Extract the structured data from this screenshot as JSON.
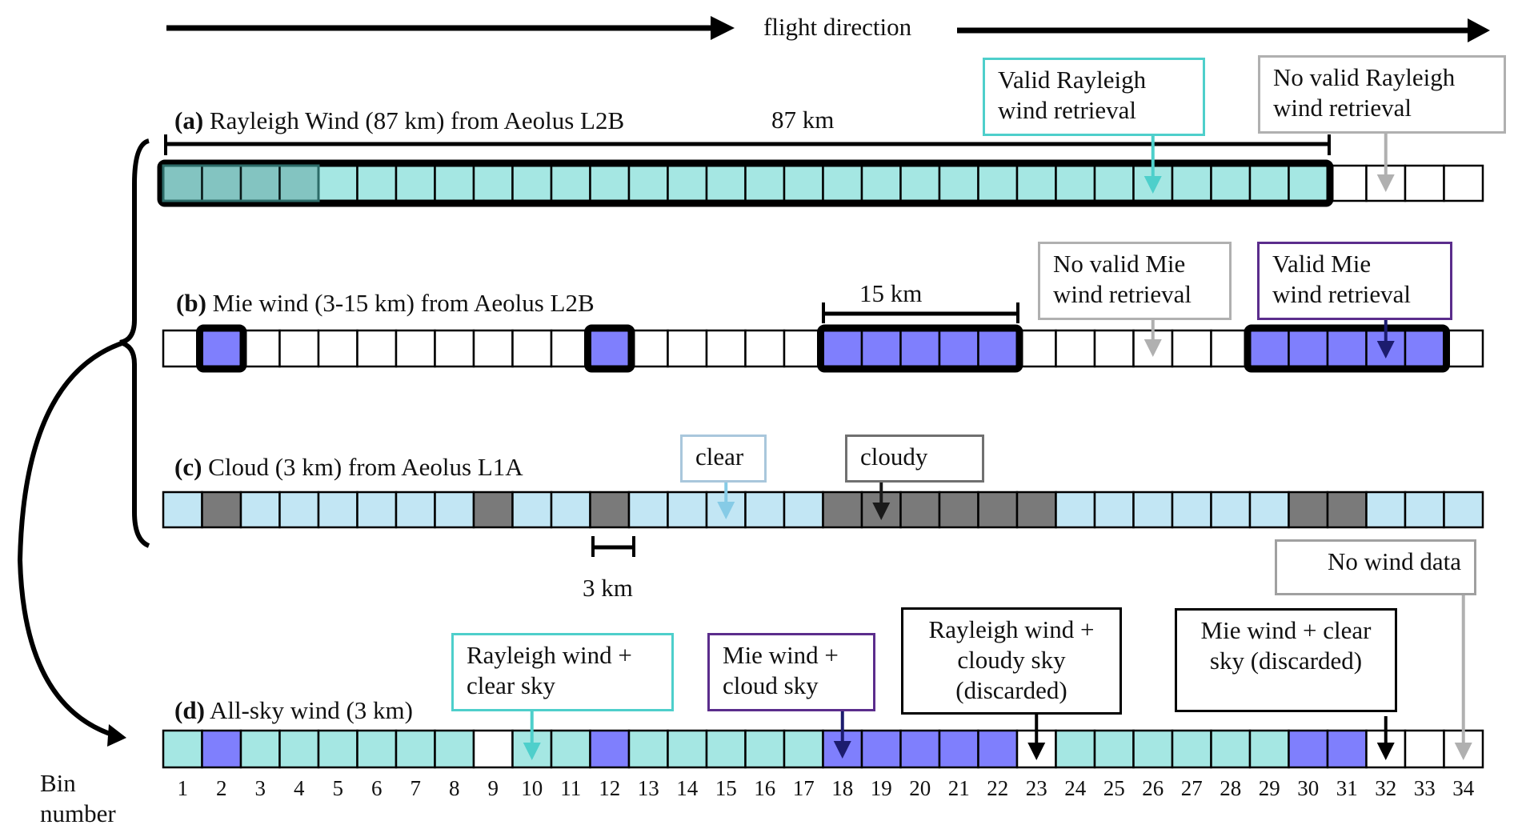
{
  "header": {
    "flight_direction": "flight direction"
  },
  "colors": {
    "rayleigh_valid": "#a5e7e3",
    "mie_valid": "#7f7ffd",
    "clear": "#c2e6f4",
    "cloudy": "#7a7a7a",
    "no_data": "#ffffff",
    "rayleigh_callout": "#4ecfcb",
    "mie_callout": "#5b2d8c",
    "gray_callout": "#b0b0b0",
    "clear_callout": "#a9c7dc",
    "mie_arrow": "#1c1c6e"
  },
  "rows": {
    "a": {
      "tag": "(a)",
      "title": "Rayleigh Wind (87 km) from Aeolus L2B",
      "span_label": "87 km",
      "bins": [
        "R",
        "R",
        "R",
        "R",
        "R",
        "R",
        "R",
        "R",
        "R",
        "R",
        "R",
        "R",
        "R",
        "R",
        "R",
        "R",
        "R",
        "R",
        "R",
        "R",
        "R",
        "R",
        "R",
        "R",
        "R",
        "R",
        "R",
        "R",
        "R",
        "R",
        "N",
        "N",
        "N",
        "N"
      ]
    },
    "b": {
      "tag": "(b)",
      "title": "Mie wind (3-15 km) from Aeolus L2B",
      "span_label": "15 km",
      "bins": [
        "N",
        "M",
        "N",
        "N",
        "N",
        "N",
        "N",
        "N",
        "N",
        "N",
        "N",
        "M",
        "N",
        "N",
        "N",
        "N",
        "N",
        "M",
        "M",
        "M",
        "M",
        "M",
        "N",
        "N",
        "N",
        "N",
        "N",
        "N",
        "M",
        "M",
        "M",
        "M",
        "M",
        "N"
      ]
    },
    "c": {
      "tag": "(c)",
      "title": "Cloud (3 km) from Aeolus L1A",
      "span_label": "3 km",
      "bins": [
        "C",
        "D",
        "C",
        "C",
        "C",
        "C",
        "C",
        "C",
        "D",
        "C",
        "C",
        "D",
        "C",
        "C",
        "C",
        "C",
        "C",
        "D",
        "D",
        "D",
        "D",
        "D",
        "D",
        "C",
        "C",
        "C",
        "C",
        "C",
        "C",
        "D",
        "D",
        "C",
        "C",
        "C"
      ]
    },
    "d": {
      "tag": "(d)",
      "title": "All-sky wind (3 km)",
      "bins": [
        "R",
        "M",
        "R",
        "R",
        "R",
        "R",
        "R",
        "R",
        "N",
        "R",
        "R",
        "M",
        "R",
        "R",
        "R",
        "R",
        "R",
        "M",
        "M",
        "M",
        "M",
        "M",
        "N",
        "R",
        "R",
        "R",
        "R",
        "R",
        "R",
        "M",
        "M",
        "N",
        "N",
        "N"
      ]
    }
  },
  "callouts": {
    "valid_rayleigh": {
      "line1": "Valid Rayleigh",
      "line2": "wind retrieval",
      "bin": 26
    },
    "no_valid_rayleigh": {
      "line1": "No valid Rayleigh",
      "line2": "wind retrieval",
      "bin": 32
    },
    "no_valid_mie": {
      "line1": "No valid Mie",
      "line2": "wind retrieval",
      "bin": 26
    },
    "valid_mie": {
      "line1": "Valid Mie",
      "line2": "wind retrieval",
      "bin": 32
    },
    "clear": {
      "text": "clear",
      "bin": 15
    },
    "cloudy": {
      "text": "cloudy",
      "bin": 19
    },
    "no_wind_data": {
      "text": "No wind data",
      "bin": 34
    },
    "rayleigh_clear": {
      "line1": "Rayleigh wind +",
      "line2": "clear sky",
      "bin": 10
    },
    "mie_cloud": {
      "line1": "Mie wind +",
      "line2": "cloud sky",
      "bin": 18
    },
    "rayleigh_cloudy": {
      "line1": "Rayleigh wind +",
      "line2": "cloudy sky",
      "line3": "(discarded)",
      "bin": 23
    },
    "mie_clear": {
      "line1": "Mie wind + clear",
      "line2": "sky (discarded)",
      "bin": 32
    }
  },
  "bin_axis": {
    "label_line1": "Bin",
    "label_line2": "number",
    "numbers": [
      "1",
      "2",
      "3",
      "4",
      "5",
      "6",
      "7",
      "8",
      "9",
      "10",
      "11",
      "12",
      "13",
      "14",
      "15",
      "16",
      "17",
      "18",
      "19",
      "20",
      "21",
      "22",
      "23",
      "24",
      "25",
      "26",
      "27",
      "28",
      "29",
      "30",
      "31",
      "32",
      "33",
      "34"
    ]
  }
}
